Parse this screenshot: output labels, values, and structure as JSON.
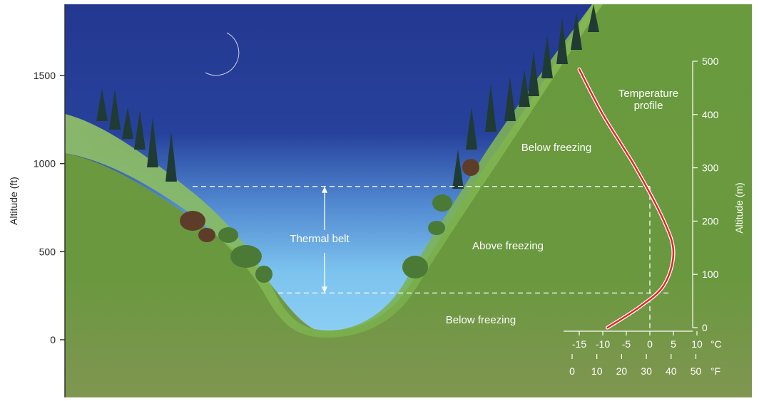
{
  "left_axis": {
    "label": "Altitude (ft)",
    "ticks": [
      {
        "value": 0,
        "label": "0"
      },
      {
        "value": 500,
        "label": "500"
      },
      {
        "value": 1000,
        "label": "1000"
      },
      {
        "value": 1500,
        "label": "1500"
      }
    ]
  },
  "right_axis": {
    "label": "Altitude (m)",
    "ticks": [
      {
        "value": 0,
        "label": "0"
      },
      {
        "value": 100,
        "label": "100"
      },
      {
        "value": 200,
        "label": "200"
      },
      {
        "value": 300,
        "label": "300"
      },
      {
        "value": 400,
        "label": "400"
      },
      {
        "value": 500,
        "label": "500"
      }
    ]
  },
  "celsius_axis": {
    "unit": "°C",
    "ticks": [
      {
        "value": -15,
        "label": "-15"
      },
      {
        "value": -10,
        "label": "-10"
      },
      {
        "value": -5,
        "label": "-5"
      },
      {
        "value": 0,
        "label": "0"
      },
      {
        "value": 5,
        "label": "5"
      },
      {
        "value": 10,
        "label": "10"
      }
    ]
  },
  "fahrenheit_axis": {
    "unit": "°F",
    "ticks": [
      {
        "value": 0,
        "label": "0"
      },
      {
        "value": 10,
        "label": "10"
      },
      {
        "value": 20,
        "label": "20"
      },
      {
        "value": 30,
        "label": "30"
      },
      {
        "value": 40,
        "label": "40"
      },
      {
        "value": 50,
        "label": "50"
      }
    ]
  },
  "labels": {
    "thermal_belt": "Thermal belt",
    "below_freezing_top": "Below freezing",
    "above_freezing": "Above freezing",
    "below_freezing_bottom": "Below freezing",
    "profile_line1": "Temperature",
    "profile_line2": "profile"
  },
  "thermal_belt_bounds_m": {
    "lower": 65,
    "upper": 265
  },
  "temperature_profile_points": [
    {
      "temp_c": -15,
      "alt_m": 485
    },
    {
      "temp_c": -10,
      "alt_m": 400
    },
    {
      "temp_c": -3,
      "alt_m": 300
    },
    {
      "temp_c": 3,
      "alt_m": 200
    },
    {
      "temp_c": 5,
      "alt_m": 140
    },
    {
      "temp_c": 3,
      "alt_m": 80
    },
    {
      "temp_c": -2,
      "alt_m": 40
    },
    {
      "temp_c": -9,
      "alt_m": 0
    }
  ],
  "colors": {
    "sky_top": "#253a93",
    "sky_glow": "#7fc6ee",
    "hill": "#6b9a3e",
    "grass": "#7fb54d",
    "profile_line": "#e8232a"
  }
}
